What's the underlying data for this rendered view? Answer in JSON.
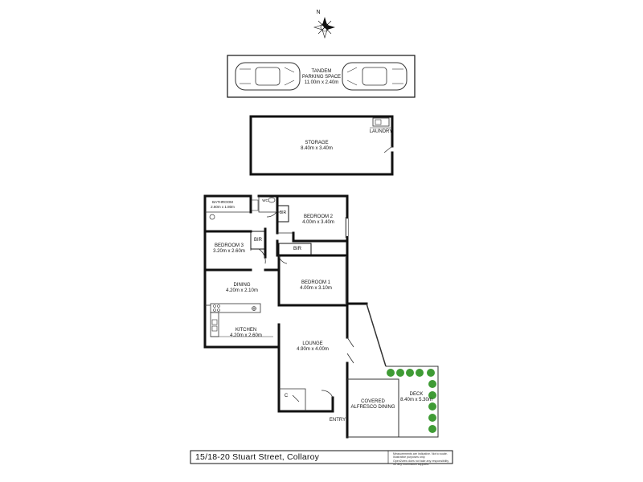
{
  "compass": {
    "north_label": "N"
  },
  "parking": {
    "title": "TANDEM",
    "subtitle": "PARKING SPACE",
    "dims": "11.00m x 2.40m"
  },
  "storage": {
    "name": "STORAGE",
    "dims": "8.40m x 3.40m",
    "laundry": "LAUNDRY"
  },
  "rooms": {
    "bathroom": {
      "name": "BATHROOM",
      "dims": "2.60m x 1.80m"
    },
    "wc": "WC",
    "bir_top": "BIR",
    "bedroom2": {
      "name": "BEDROOM 2",
      "dims": "4.00m x 3.40m"
    },
    "bir_left": "BIR",
    "bedroom3": {
      "name": "BEDROOM 3",
      "dims": "3.20m x 2.60m"
    },
    "bir_mid": "BIR",
    "dining": {
      "name": "DINING",
      "dims": "4.20m x 2.10m"
    },
    "bedroom1": {
      "name": "BEDROOM 1",
      "dims": "4.00m x 3.10m"
    },
    "kitchen": {
      "name": "KITCHEN",
      "dims": "4.20m x 2.60m"
    },
    "lounge": {
      "name": "LOUNGE",
      "dims": "4.90m x 4.00m"
    },
    "cupboard": "C",
    "alfresco": {
      "line1": "COVERED",
      "line2": "ALFRESCO DINING"
    },
    "deck": {
      "name": "DECK",
      "dims": "8.40m x 5.30m"
    },
    "entry": "ENTRY"
  },
  "footer": {
    "address": "15/18-20 Stuart Street, Collaroy",
    "disclaimer_line1": "Measurements are indicative. Not to scale. Illustrative purposes only.",
    "disclaimer_line2": "Open2view does not take any responsibility for any information supplied."
  }
}
